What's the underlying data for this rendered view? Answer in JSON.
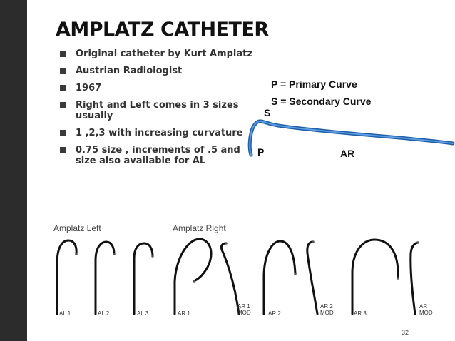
{
  "slide": {
    "title": "AMPLATZ CATHETER",
    "page_number": "32",
    "bullets": [
      "Original catheter by Kurt Amplatz",
      "Austrian Radiologist",
      "1967",
      "Right and Left comes in 3 sizes usually",
      "1 ,2,3 with increasing curvature",
      "0.75 size , increments of .5 and size also available for AL"
    ]
  },
  "diagram": {
    "legend_primary": "P = Primary Curve",
    "legend_secondary": "S = Secondary Curve",
    "label_s": "S",
    "label_p": "P",
    "label_ar": "AR",
    "catheter_color": "#4a86c8"
  },
  "figure": {
    "left_group_title": "Amplatz Left",
    "right_group_title": "Amplatz Right",
    "catheters": {
      "al1": "AL 1",
      "al2": "AL 2",
      "al3": "AL 3",
      "ar1": "AR 1",
      "ar1mod": "AR 1\nMOD",
      "ar2": "AR 2",
      "ar2mod": "AR 2\nMOD",
      "ar3": "AR 3",
      "armod": "AR\nMOD"
    }
  }
}
